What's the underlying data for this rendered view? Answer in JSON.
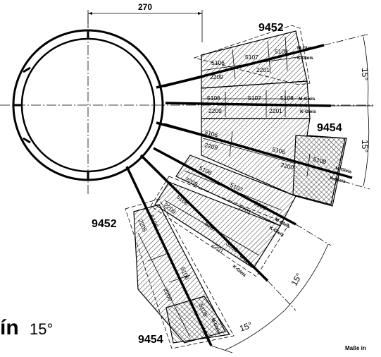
{
  "dimension_top": "270",
  "track_ids": {
    "upper_top": "9452",
    "right_short": "9454",
    "left_long": "9452",
    "bottom_long": "9454"
  },
  "angles": {
    "a1": "15°",
    "a2": "15°",
    "a3": "15°",
    "a4": "15°"
  },
  "segments": {
    "r1": [
      "5106",
      "5107",
      "5108",
      "2209",
      "2201"
    ],
    "r2": [
      "5106",
      "5107",
      "5108",
      "2209",
      "2201"
    ],
    "r3": [
      "5106",
      "5106",
      "5108",
      "2209",
      "2200"
    ],
    "r4": [
      "5106",
      "5107",
      "5108",
      "2209",
      "2201"
    ],
    "r5": [
      "5106",
      "5107",
      "5108",
      "2209",
      "2201"
    ],
    "r6": [
      "2205",
      "5106",
      "5106",
      "2200",
      "5108"
    ]
  },
  "rail_labels": {
    "m": "M-Gleis",
    "k": "K-Gleis"
  },
  "caption_word": "ín",
  "caption_angle": "15°",
  "measure_note": "Maße in"
}
